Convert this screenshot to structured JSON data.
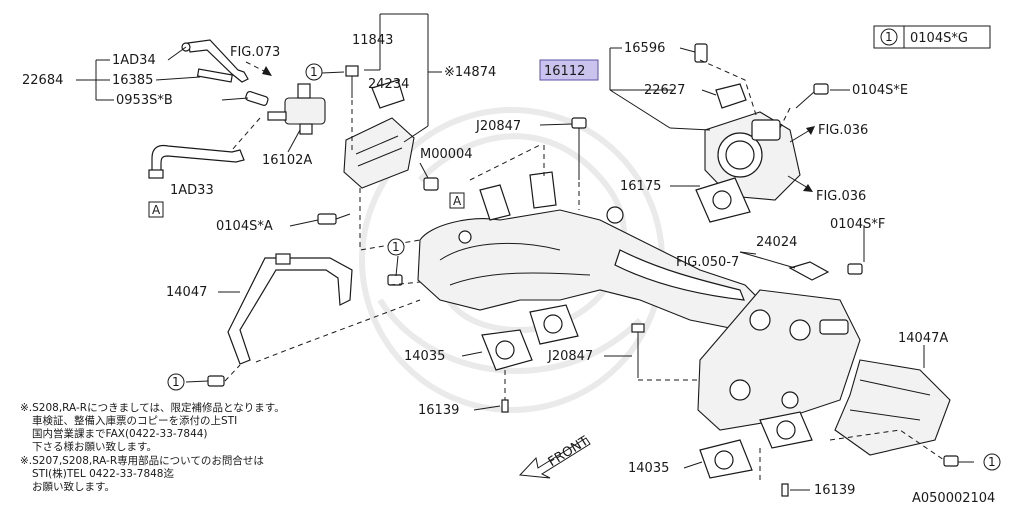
{
  "diagram_id": "A050002104",
  "legend_box": {
    "marker": "1",
    "code": "0104S*G"
  },
  "labels": {
    "p1AD34": "1AD34",
    "fig073": "FIG.073",
    "p22684": "22684",
    "p16385": "16385",
    "p0953SB": "0953S*B",
    "p11843": "11843",
    "p24234": "24234",
    "p14874": "※14874",
    "p16112": "16112",
    "p16596": "16596",
    "p22627": "22627",
    "p0104SE": "0104S*E",
    "j20847a": "J20847",
    "fig036a": "FIG.036",
    "fig036b": "FIG.036",
    "m00004": "M00004",
    "p16102A": "16102A",
    "p1AD33": "1AD33",
    "p16175": "16175",
    "p0104SA": "0104S*A",
    "p24024": "24024",
    "p0104SF": "0104S*F",
    "fig050": "FIG.050-7",
    "p14047": "14047",
    "p14047A": "14047A",
    "p14035a": "14035",
    "j20847b": "J20847",
    "p16139a": "16139",
    "p14035b": "14035",
    "p16139b": "16139",
    "front": "FRONT",
    "refA": "A",
    "ref1": "1"
  },
  "notes": [
    "※.S208,RA-Rにつきましては、限定補修品となります。",
    "車検証、整備入庫票のコピーを添付の上STI",
    "国内営業課までFAX(0422-33-7844)",
    "下さる様お願い致します。",
    "※.S207,S208,RA-R専用部品についてのお問合せは",
    "STI(株)TEL 0422-33-7848迄",
    "お願い致します。"
  ]
}
